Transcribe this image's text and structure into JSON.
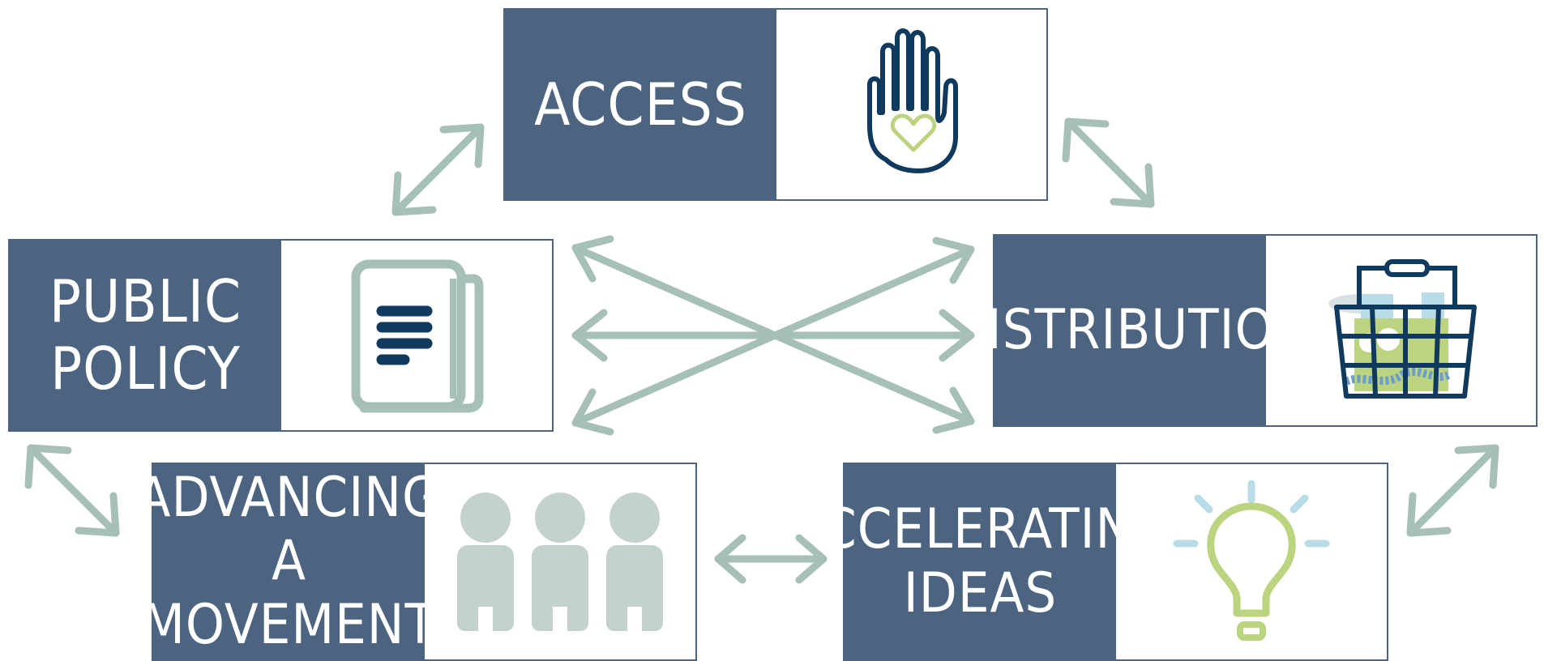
{
  "boxes": {
    "access": {
      "line1": "ACCESS",
      "line2": ""
    },
    "public_policy": {
      "line1": "PUBLIC",
      "line2": "POLICY"
    },
    "distribution": {
      "line1": "DISTRIBUTION",
      "line2": ""
    },
    "advancing_movement": {
      "line1": "ADVANCING A",
      "line2": "MOVEMENT"
    },
    "accelerating_ideas": {
      "line1": "ACCELERATING",
      "line2": "IDEAS"
    }
  },
  "icons": {
    "access": "hand-heart-icon",
    "public_policy": "document-icon",
    "distribution": "grocery-basket-icon",
    "advancing_movement": "people-group-icon",
    "accelerating_ideas": "lightbulb-icon"
  },
  "colors": {
    "box_fill": "#4d6480",
    "arrow": "#a6bfb7",
    "navy": "#0f3a5e",
    "green": "#bcd37f",
    "light_blue": "#b9dce9",
    "people": "#c3d3cc"
  }
}
